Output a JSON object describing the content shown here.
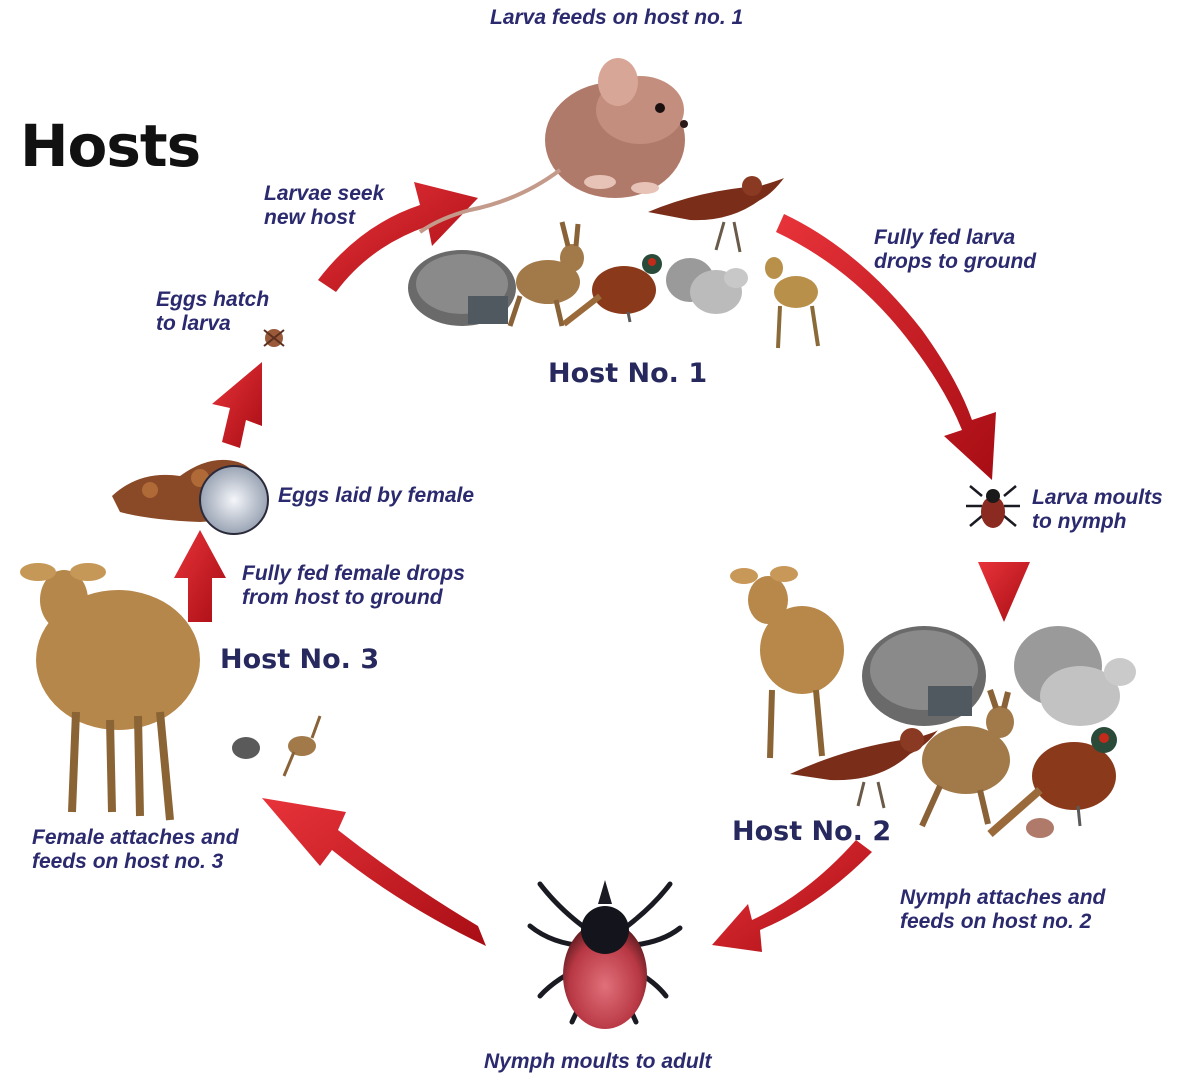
{
  "title": "Hosts",
  "hosts": {
    "host1": "Host No. 1",
    "host2": "Host No. 2",
    "host3": "Host No. 3"
  },
  "steps": {
    "larva_feeds": "Larva feeds on host no. 1",
    "fully_fed_larva": "Fully fed larva\n drops to ground",
    "larva_moults": "Larva moults\nto nymph",
    "nymph_attaches": "Nymph attaches and\nfeeds on host no. 2",
    "nymph_moults": "Nymph moults to adult",
    "female_attaches": "Female attaches and\nfeeds on host no. 3",
    "female_drops": "Fully fed female drops\nfrom host to ground",
    "eggs_laid": "Eggs laid by female",
    "eggs_hatch": "Eggs hatch\nto larva",
    "larvae_seek": "Larvae seek\nnew host"
  },
  "colors": {
    "arrow": "#c8161d",
    "text": "#2b2a6e"
  },
  "icons": [
    "mouse-icon",
    "thrush-icon",
    "hedgehog-icon",
    "hare-icon",
    "pheasant-icon",
    "squirrel-icon",
    "deer-icon",
    "tick-icon",
    "egg-mass-icon"
  ]
}
